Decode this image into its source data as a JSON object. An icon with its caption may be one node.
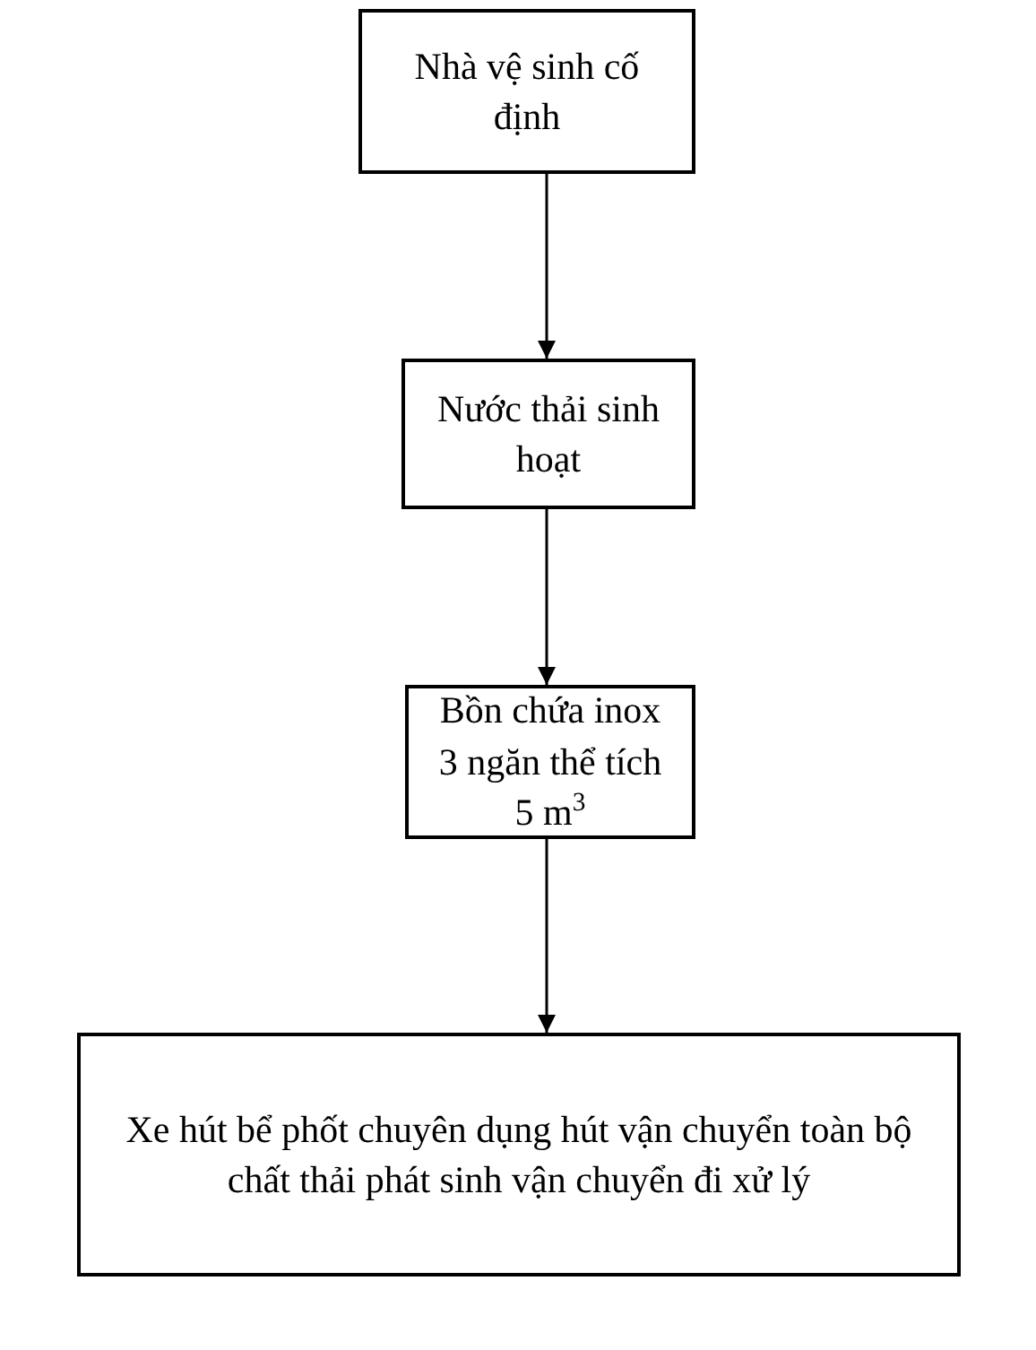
{
  "diagram": {
    "nodes": [
      {
        "text": [
          "Nhà vệ sinh cố định"
        ]
      },
      {
        "text": [
          "Nước thải sinh hoạt"
        ]
      },
      {
        "text": [
          "Bồn chứa inox 3 ngăn thể tích 5 m$^{3}$"
        ]
      },
      {
        "text": [
          "Xe hút bể phốt chuyên dụng hút vận chuyển toàn bộ chất thải phát sinh vận chuyển đi xử lý"
        ]
      }
    ],
    "edges": [
      {
        "from": 0,
        "to": 1,
        "arrow": "to"
      },
      {
        "from": 1,
        "to": 2,
        "arrow": "to"
      },
      {
        "from": 2,
        "to": 3,
        "arrow": "to"
      }
    ]
  }
}
